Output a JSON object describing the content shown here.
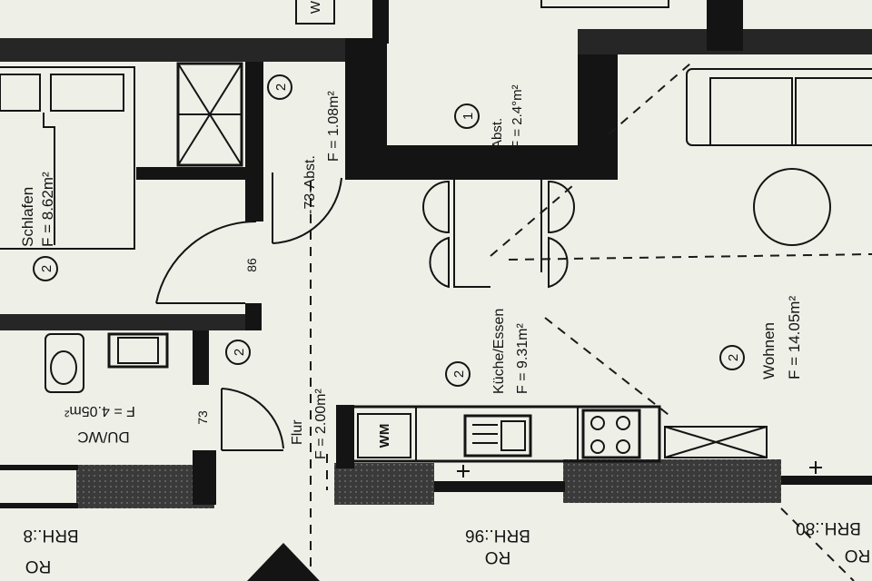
{
  "rooms": {
    "schlafen": {
      "name": "Schlafen",
      "area": "F = 8.62m²",
      "num": "2"
    },
    "abstellraum_left": {
      "name": "-73-Abst.",
      "area": "F = 1.08m²",
      "num": "2"
    },
    "abstellraum_top": {
      "name": "Abst.",
      "area": "F = 2.4°m²",
      "num": "1"
    },
    "kueche": {
      "name": "Küche/Essen",
      "area": "F = 9.31m²",
      "num": "2"
    },
    "wohnen": {
      "name": "Wohnen",
      "area": "F = 14.05m²",
      "num": "2"
    },
    "duwc": {
      "name": "DU/WC",
      "area": "F = 4.05m²"
    },
    "flur": {
      "name": "Flur",
      "area": "F = 2.00m²",
      "num": "2"
    }
  },
  "labels": {
    "door_width_86": "86",
    "door_width_73": "73",
    "wm": "WM",
    "top_w": "W",
    "brh_center": "BRH.:96",
    "brh_left": "BRH.:8",
    "brh_right": "BRH.:80",
    "ro": "RO"
  }
}
